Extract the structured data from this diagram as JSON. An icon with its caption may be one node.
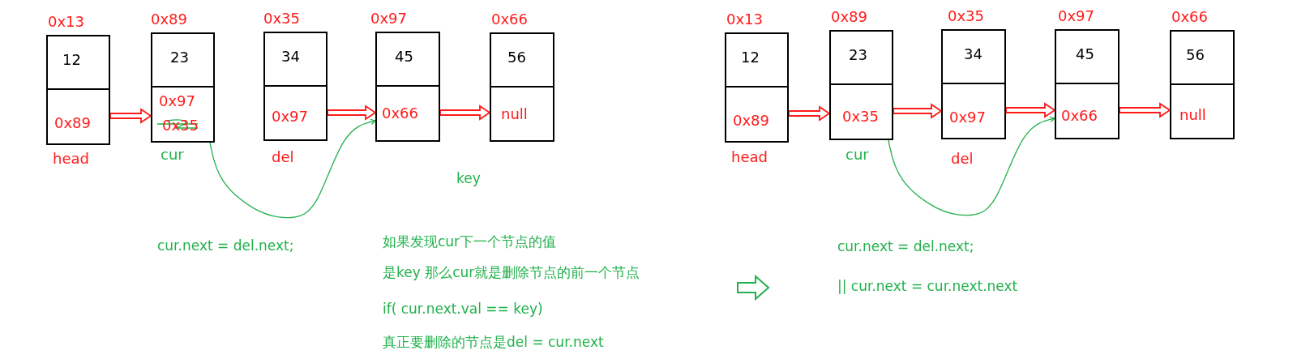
{
  "diagram": {
    "nodes": [
      {
        "text": [
          "12",
          "0x89"
        ],
        "beside": [
          "0x13",
          "head"
        ]
      },
      {
        "text": [
          "23",
          "0x97",
          "0x35"
        ],
        "beside": [
          "0x89",
          "cur"
        ]
      },
      {
        "text": [
          "34",
          "0x97"
        ],
        "beside": [
          "0x35",
          "del"
        ]
      },
      {
        "text": [
          "45",
          "0x66"
        ],
        "beside": [
          "0x97"
        ]
      },
      {
        "text": [
          "56",
          "null"
        ],
        "beside": [
          "0x66"
        ]
      },
      {
        "text": [
          "12",
          "0x89"
        ],
        "beside": [
          "0x13",
          "head"
        ]
      },
      {
        "text": [
          "23",
          "0x35"
        ],
        "beside": [
          "0x89",
          "cur"
        ]
      },
      {
        "text": [
          "34",
          "0x97"
        ],
        "beside": [
          "0x35",
          "del"
        ]
      },
      {
        "text": [
          "45",
          "0x66"
        ],
        "beside": [
          "0x97"
        ]
      },
      {
        "text": [
          "56",
          "null"
        ],
        "beside": [
          "0x66"
        ]
      }
    ],
    "edges": [
      {
        "from": 0,
        "to": 1,
        "arrow": "to"
      },
      {
        "from": 2,
        "to": 3,
        "arrow": "to"
      },
      {
        "from": 3,
        "to": 4,
        "arrow": "to"
      },
      {
        "from": 1,
        "to": 3,
        "arrow": "to",
        "color": "#22b14c"
      },
      {
        "from": 5,
        "to": 6,
        "arrow": "to"
      },
      {
        "from": 6,
        "to": 7,
        "arrow": "to"
      },
      {
        "from": 7,
        "to": 8,
        "arrow": "to"
      },
      {
        "from": 8,
        "to": 9,
        "arrow": "to"
      },
      {
        "from": 6,
        "to": 8,
        "arrow": "to",
        "color": "#22b14c"
      }
    ],
    "labels": [
      "key",
      "cur.next = del.next;",
      "如果发现cur下一个节点的值",
      "是key 那么cur就是删除节点的前一个节点",
      "if( cur.next.val == key)",
      "真正要删除的节点是del = cur.next",
      "cur.next = del.next;",
      "|| cur.next = cur.next.next"
    ]
  }
}
